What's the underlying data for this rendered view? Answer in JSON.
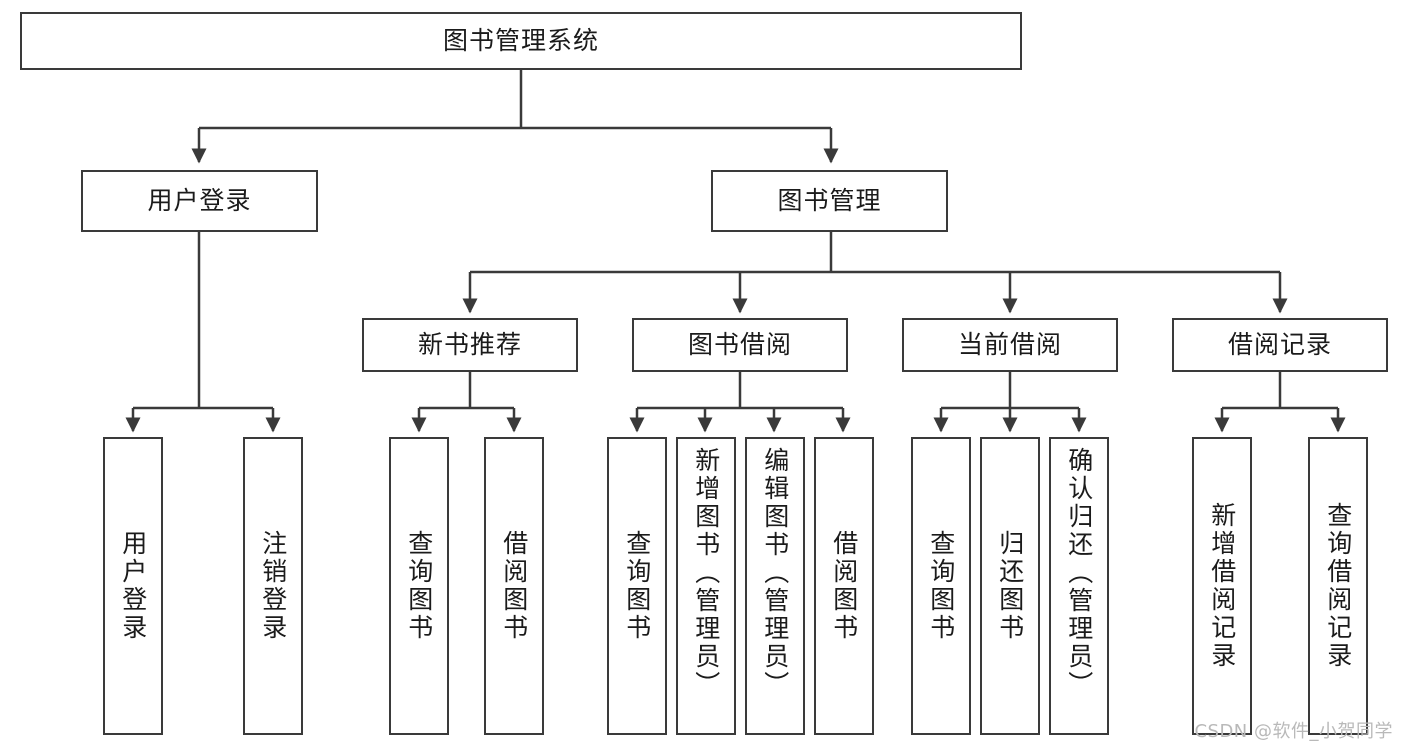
{
  "diagram": {
    "title_node": {
      "label": "图书管理系统"
    },
    "level2": [
      {
        "id": "user-login",
        "label": "用户登录"
      },
      {
        "id": "book-manage",
        "label": "图书管理"
      }
    ],
    "level3": [
      {
        "id": "new-book-recommend",
        "label": "新书推荐"
      },
      {
        "id": "book-borrow",
        "label": "图书借阅"
      },
      {
        "id": "current-borrow",
        "label": "当前借阅"
      },
      {
        "id": "borrow-record",
        "label": "借阅记录"
      }
    ],
    "leaves": {
      "user_login": [
        {
          "id": "leaf-user-login",
          "label": "用户登录"
        },
        {
          "id": "leaf-logout-login",
          "label": "注销登录"
        }
      ],
      "new_book_recommend": [
        {
          "id": "leaf-query-book-1",
          "label": "查询图书"
        },
        {
          "id": "leaf-borrow-book-1",
          "label": "借阅图书"
        }
      ],
      "book_borrow": [
        {
          "id": "leaf-query-book-2",
          "label": "查询图书"
        },
        {
          "id": "leaf-add-book",
          "label": "新增图书（管理员）"
        },
        {
          "id": "leaf-edit-book",
          "label": "编辑图书（管理员）"
        },
        {
          "id": "leaf-borrow-book-2",
          "label": "借阅图书"
        }
      ],
      "current_borrow": [
        {
          "id": "leaf-query-book-3",
          "label": "查询图书"
        },
        {
          "id": "leaf-return-book",
          "label": "归还图书"
        },
        {
          "id": "leaf-confirm-return",
          "label": "确认归还（管理员）"
        }
      ],
      "borrow_record": [
        {
          "id": "leaf-add-record",
          "label": "新增借阅记录"
        },
        {
          "id": "leaf-query-record",
          "label": "查询借阅记录"
        }
      ]
    },
    "watermark": {
      "text": "CSDN @软件_小贺同学"
    },
    "colors": {
      "stroke": "#3a3a3a",
      "fill": "#ffffff",
      "text": "#1b1b1b",
      "watermark": "#b9b9b9"
    }
  }
}
